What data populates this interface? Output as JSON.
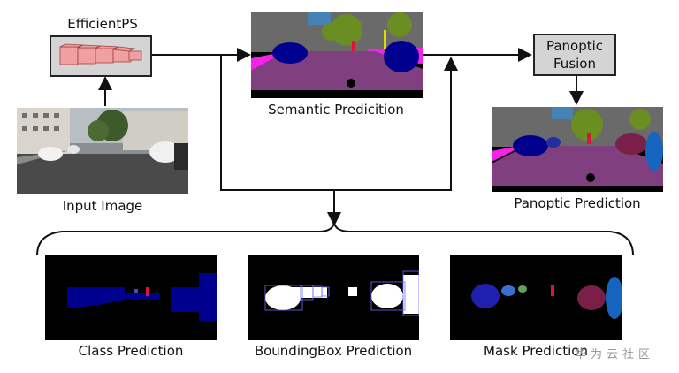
{
  "network_name": "EfficientPS",
  "fusion_label_line1": "Panoptic",
  "fusion_label_line2": "Fusion",
  "input_label": "Input Image",
  "semantic_label": "Semantic Predicition",
  "panoptic_label": "Panoptic Prediction",
  "class_label": "Class Prediction",
  "bbox_label": "BoundingBox Prediction",
  "mask_label": "Mask Prediction",
  "watermark": "华为云社区",
  "colors": {
    "sky_gray": "#6a6a6a",
    "road_purple": "#804080",
    "sidewalk_pink": "#f423e8",
    "car_blue": "#00008e",
    "vegetation_green": "#6b8e23",
    "person_red": "#dc143c",
    "network_pink": "#f0a0a0"
  }
}
